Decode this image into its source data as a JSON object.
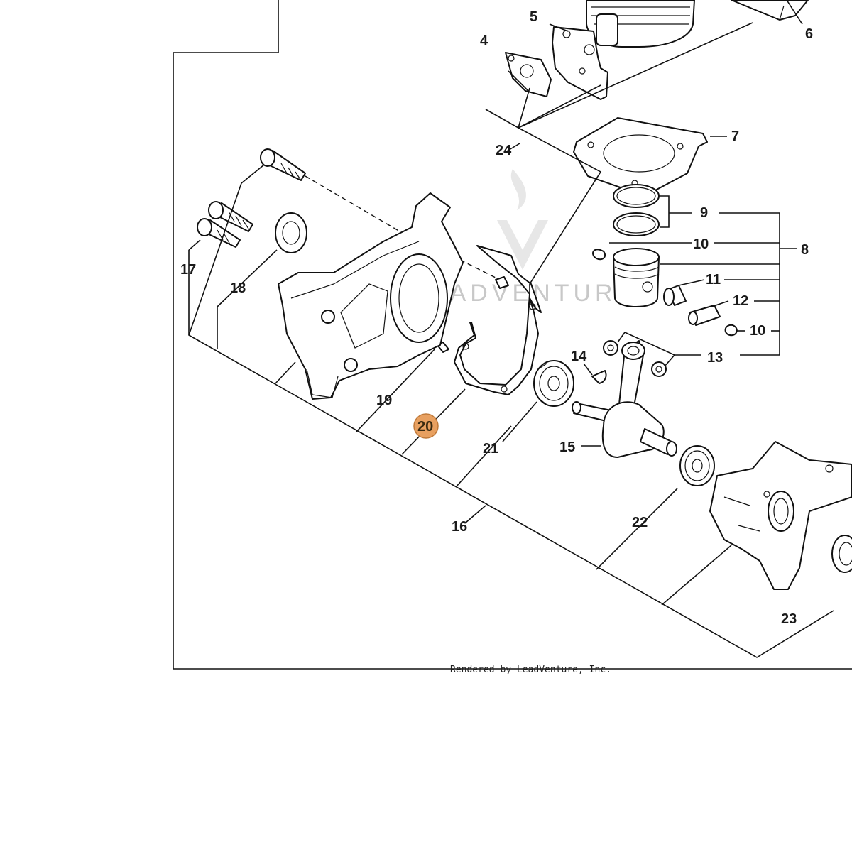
{
  "diagram": {
    "credit": "Rendered by LeadVenture, Inc.",
    "watermark": "LEADVENTURE",
    "highlight_color": "#e8a060",
    "highlighted_callout": "20",
    "callouts": {
      "c4": "4",
      "c5": "5",
      "c6": "6",
      "c7": "7",
      "c8": "8",
      "c9": "9",
      "c10a": "10",
      "c10b": "10",
      "c11": "11",
      "c12": "12",
      "c13": "13",
      "c14": "14",
      "c15": "15",
      "c16": "16",
      "c17": "17",
      "c18": "18",
      "c19": "19",
      "c20": "20",
      "c21": "21",
      "c22": "22",
      "c23": "23",
      "c24": "24"
    }
  }
}
